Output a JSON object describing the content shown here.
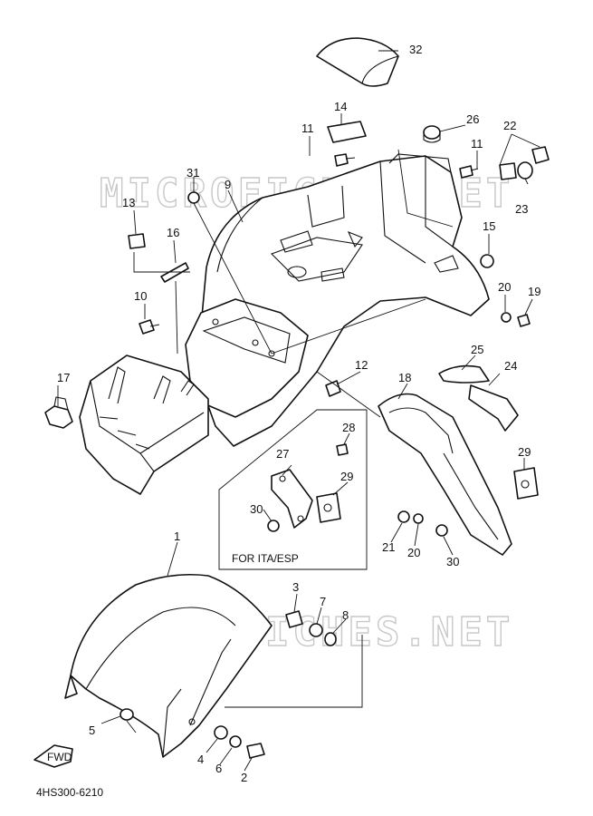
{
  "watermark": "MICROFICHES.NET",
  "inset_note": "FOR ITA/ESP",
  "fwd_label": "FWD",
  "diagram_code": "4HS300-6210",
  "callouts": [
    "1",
    "2",
    "3",
    "4",
    "5",
    "6",
    "7",
    "8",
    "9",
    "10",
    "11",
    "11",
    "12",
    "13",
    "14",
    "15",
    "16",
    "17",
    "18",
    "19",
    "20",
    "20",
    "21",
    "22",
    "23",
    "24",
    "25",
    "26",
    "27",
    "28",
    "29",
    "29",
    "30",
    "30",
    "31",
    "32"
  ]
}
